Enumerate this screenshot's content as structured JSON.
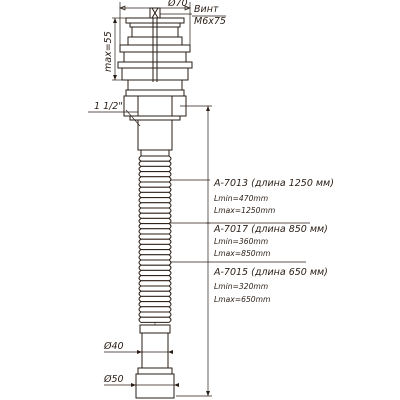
{
  "dimensions": {
    "top_diameter": "Ø70",
    "max_height": "max=55",
    "thread": "1 1/2\"",
    "pipe_d40": "Ø40",
    "pipe_d50": "Ø50"
  },
  "screw": {
    "title": "Винт",
    "size": "M6x75"
  },
  "models": [
    {
      "name": "A-7013 (длина 1250 мм)",
      "lmin": "Lmin=470mm",
      "lmax": "Lmax=1250mm"
    },
    {
      "name": "A-7017 (длина 850 мм)",
      "lmin": "Lmin=360mm",
      "lmax": "Lmax=850mm"
    },
    {
      "name": "A-7015 (длина 650 мм)",
      "lmin": "Lmin=320mm",
      "lmax": "Lmax=650mm"
    }
  ]
}
